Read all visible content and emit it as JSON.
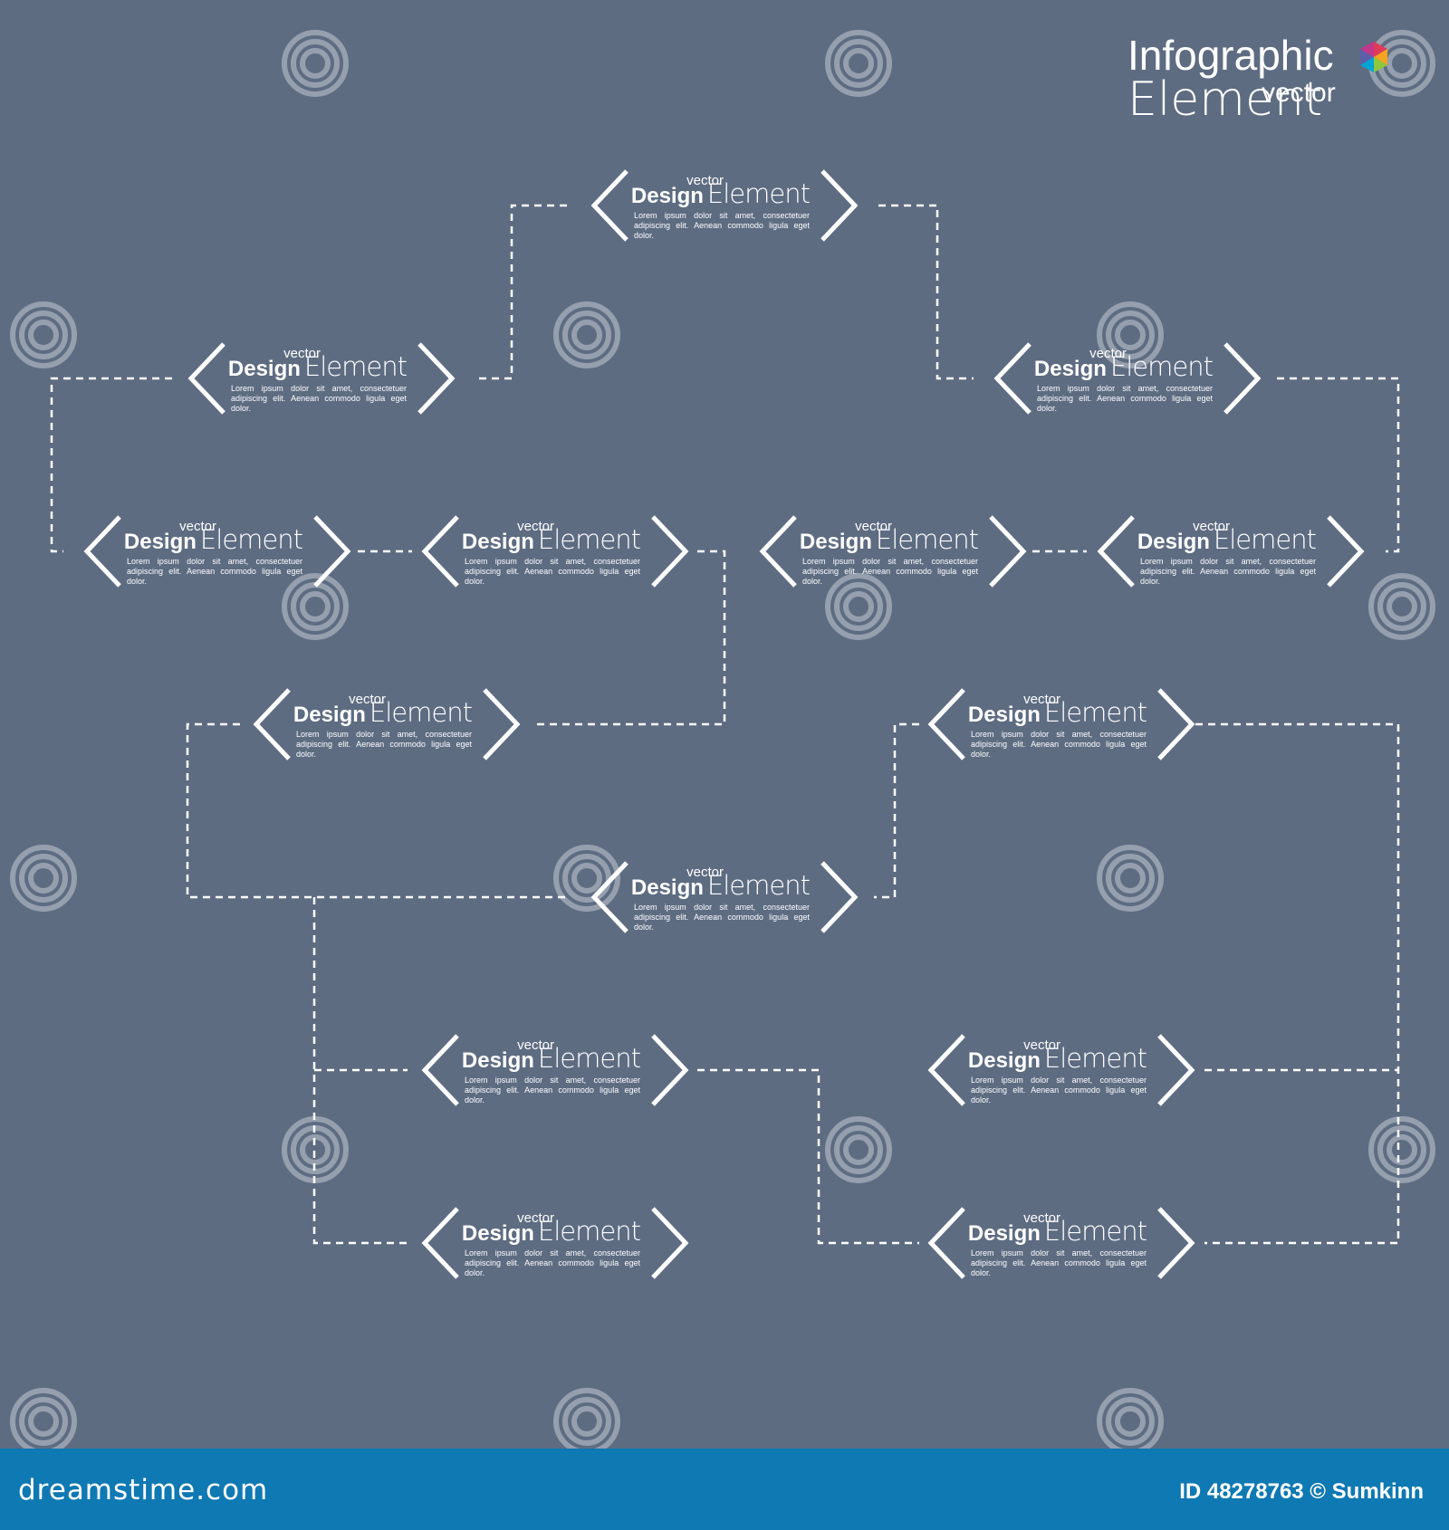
{
  "title": {
    "line1": "Infographic",
    "line2": "Element",
    "line3": "vector"
  },
  "node_text": {
    "small": "vector",
    "design": "Design",
    "element": "Element",
    "body": "Lorem ipsum dolor sit amet, consectetuer adipiscing elit. Aenean commodo ligula eget dolor."
  },
  "footer": {
    "logo": "dreamstime.com",
    "id_text": "ID 48278763 © Sumkinn"
  },
  "watermark": "dreamstime",
  "colors": {
    "background": "#5e6c82",
    "footer": "#0f79b3",
    "line": "#ffffff"
  },
  "node_count": 14
}
